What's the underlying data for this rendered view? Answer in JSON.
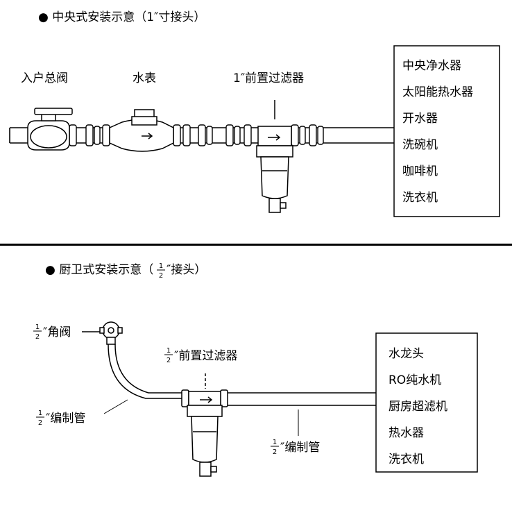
{
  "top": {
    "title": "● 中央式安装示意（1″寸接头）",
    "label_valve": "入户总阀",
    "label_meter": "水表",
    "label_filter": "1″前置过滤器",
    "appliances": [
      "中央净水器",
      "太阳能热水器",
      "开水器",
      "洗碗机",
      "咖啡机",
      "洗衣机"
    ]
  },
  "bottom": {
    "title_prefix": "● 厨卫式安装示意（",
    "title_suffix": "″接头）",
    "frac_num": "1",
    "frac_den": "2",
    "label_angle_valve": "″角阀",
    "label_filter": "″前置过滤器",
    "label_hose_left": "″编制管",
    "label_hose_right": "″编制管",
    "appliances": [
      "水龙头",
      "RO纯水机",
      "厨房超滤机",
      "热水器",
      "洗衣机"
    ]
  }
}
